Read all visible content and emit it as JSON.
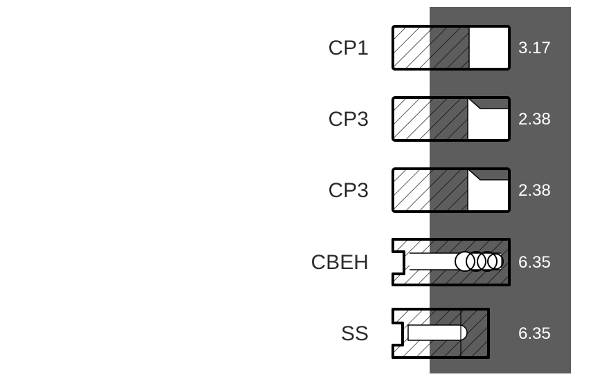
{
  "colors": {
    "band": "#5d5d5d",
    "ring_outline": "#000000",
    "label_text": "#2b2b2b",
    "value_text": "#ffffff"
  },
  "rings": [
    {
      "label": "CP1",
      "value": "3.17",
      "profile": "solid"
    },
    {
      "label": "CP3",
      "value": "2.38",
      "profile": "taper"
    },
    {
      "label": "CP3",
      "value": "2.38",
      "profile": "taper"
    },
    {
      "label": "CBEH",
      "value": "6.35",
      "profile": "oil-expander"
    },
    {
      "label": "SS",
      "value": "6.35",
      "profile": "oil-slotted"
    }
  ]
}
